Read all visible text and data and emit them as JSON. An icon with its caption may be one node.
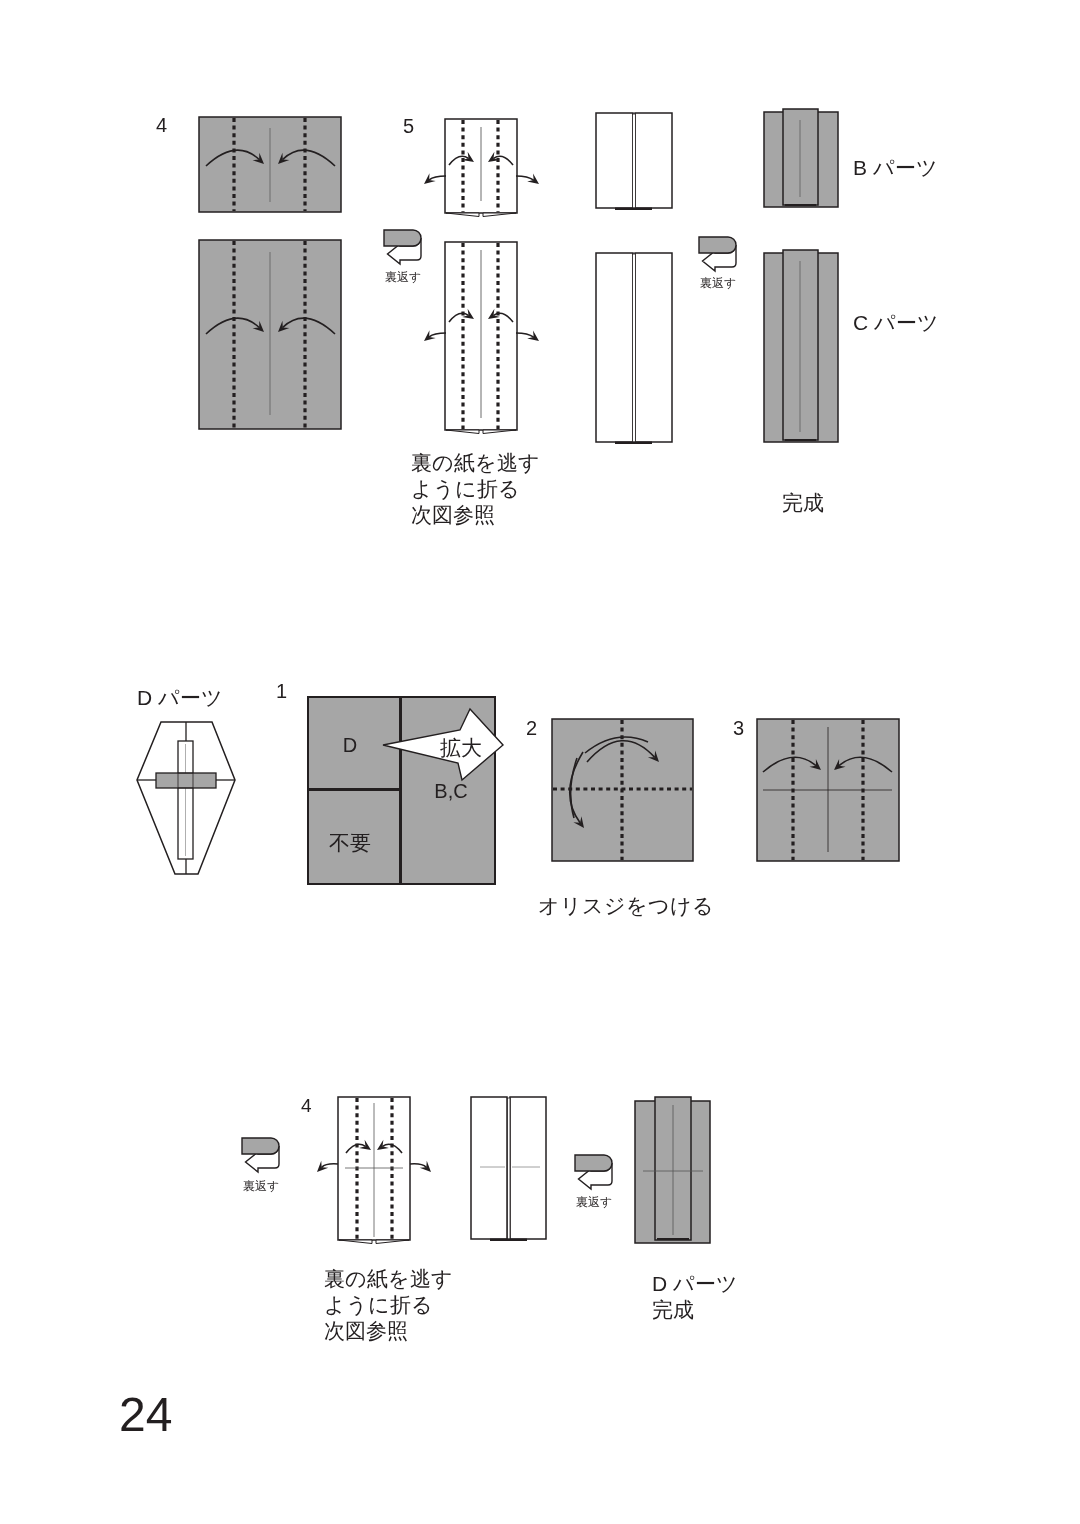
{
  "diagram": {
    "nodes": [
      {
        "text": [
          "D"
        ]
      },
      {
        "text": [
          "拡大"
        ]
      },
      {
        "text": [
          "B,C"
        ]
      },
      {
        "text": [
          "不要"
        ]
      }
    ],
    "labels": [
      "4",
      "5",
      "B パーツ",
      "裏返す",
      "裏返す",
      "C パーツ",
      "裏の紙を逃すように折る",
      "次図参照",
      "完成",
      "D パーツ",
      "1",
      "2",
      "3",
      "オリスジをつける",
      "4",
      "裏返す",
      "裏返す",
      "裏の紙を逃すように折る",
      "次図参照",
      "D パーツ完成",
      "24"
    ]
  }
}
